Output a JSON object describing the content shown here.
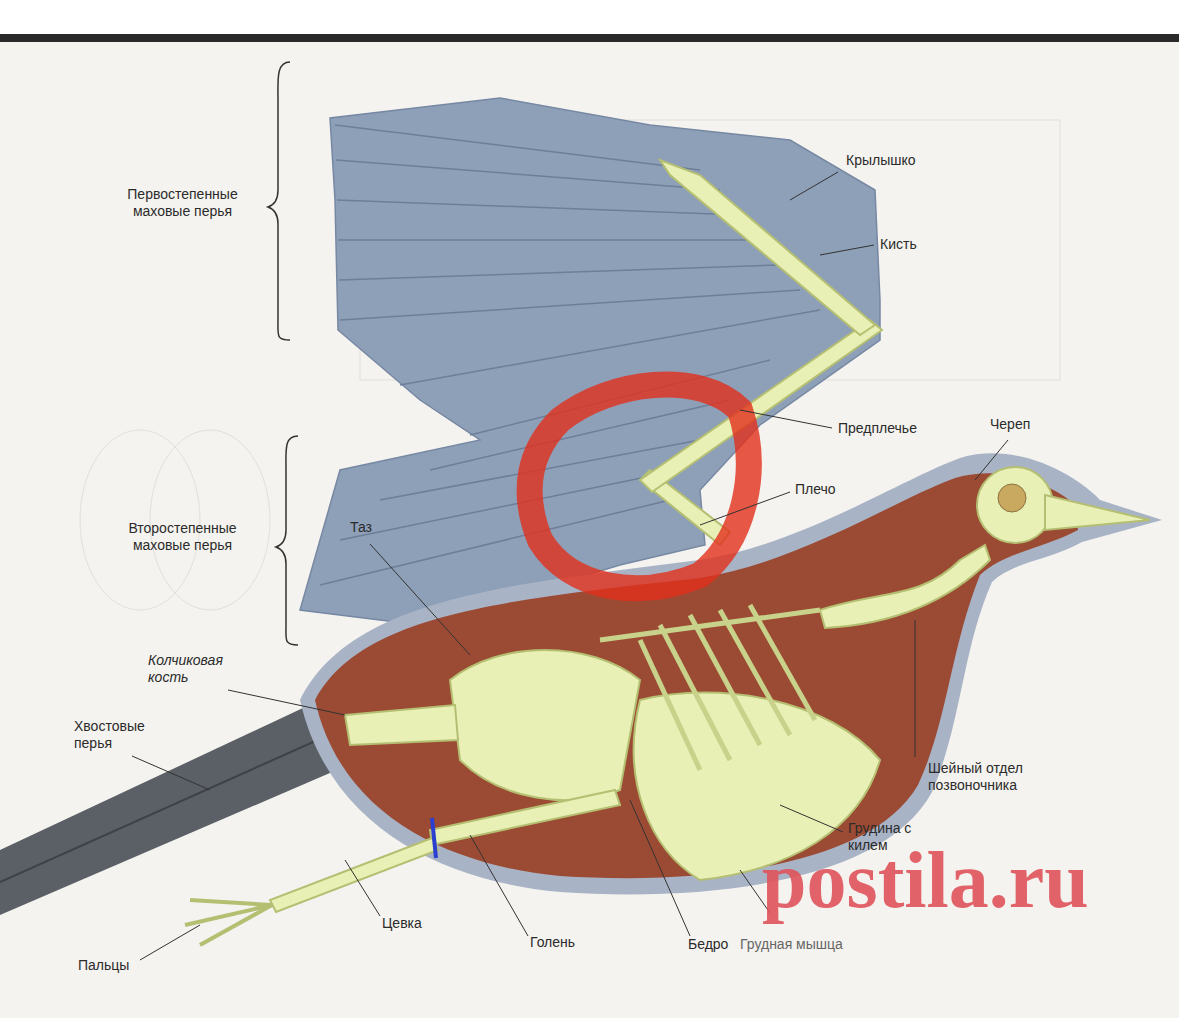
{
  "diagram": {
    "labels": [
      "Первостепенные маховые перья",
      "Крылышко",
      "Кисть",
      "Предплечье",
      "Череп",
      "Плечо",
      "Второстепенные маховые перья",
      "Таз",
      "Колчиковая кость",
      "Хвостовые перья",
      "Шейный отдел позвоночника",
      "Грудина с килем",
      "Грудная мышца",
      "Цевка",
      "Голень",
      "Бедро",
      "Пальцы",
      "postila.ru"
    ]
  }
}
